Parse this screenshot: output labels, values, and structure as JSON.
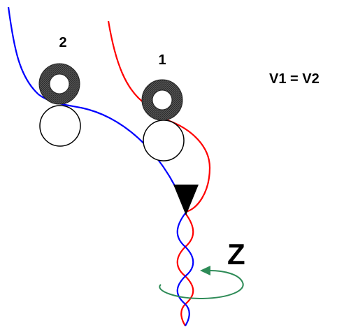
{
  "labels": {
    "roller_pair_1": "1",
    "roller_pair_2": "2",
    "speed_relation": "V1 = V2",
    "twist_direction": "Z"
  },
  "colors": {
    "strand_1": "#ff0000",
    "strand_2": "#0000ff",
    "rotation_arrow": "#2e8b57",
    "top_roller_fill": "#4a4a4a",
    "guide": "#000000"
  },
  "icons": {
    "top_roller": "hatched-ring",
    "bottom_roller": "plain-circle",
    "guide": "triangle-down",
    "rotation": "curved-arrow"
  }
}
